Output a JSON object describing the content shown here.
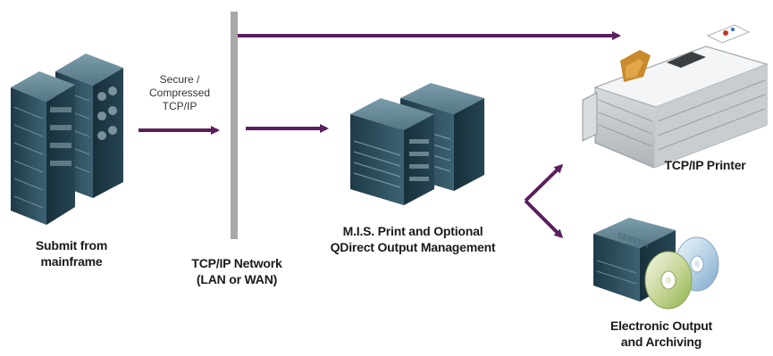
{
  "colors": {
    "arrow": "#5c1f5e",
    "network_bar": "#a8a8a8",
    "server_body": "#2d4c5c",
    "server_face": "#6a8a98"
  },
  "icons": {
    "mainframe": "server-rack-icon",
    "mis": "server-rack-icon",
    "printer": "printer-icon",
    "archive": "server-box-icon",
    "discs": "optical-disc-icon"
  },
  "labels": {
    "submit_line1": "Submit from",
    "submit_line2": "mainframe",
    "secure_line1": "Secure /",
    "secure_line2": "Compressed",
    "secure_line3": "TCP/IP",
    "network_line1": "TCP/IP Network",
    "network_line2": "(LAN or WAN)",
    "mis_line1": "M.I.S. Print and Optional",
    "mis_line2": "QDirect Output Management",
    "printer": "TCP/IP Printer",
    "archive_line1": "Electronic Output",
    "archive_line2": "and Archiving",
    "server_text": "SERVER"
  }
}
